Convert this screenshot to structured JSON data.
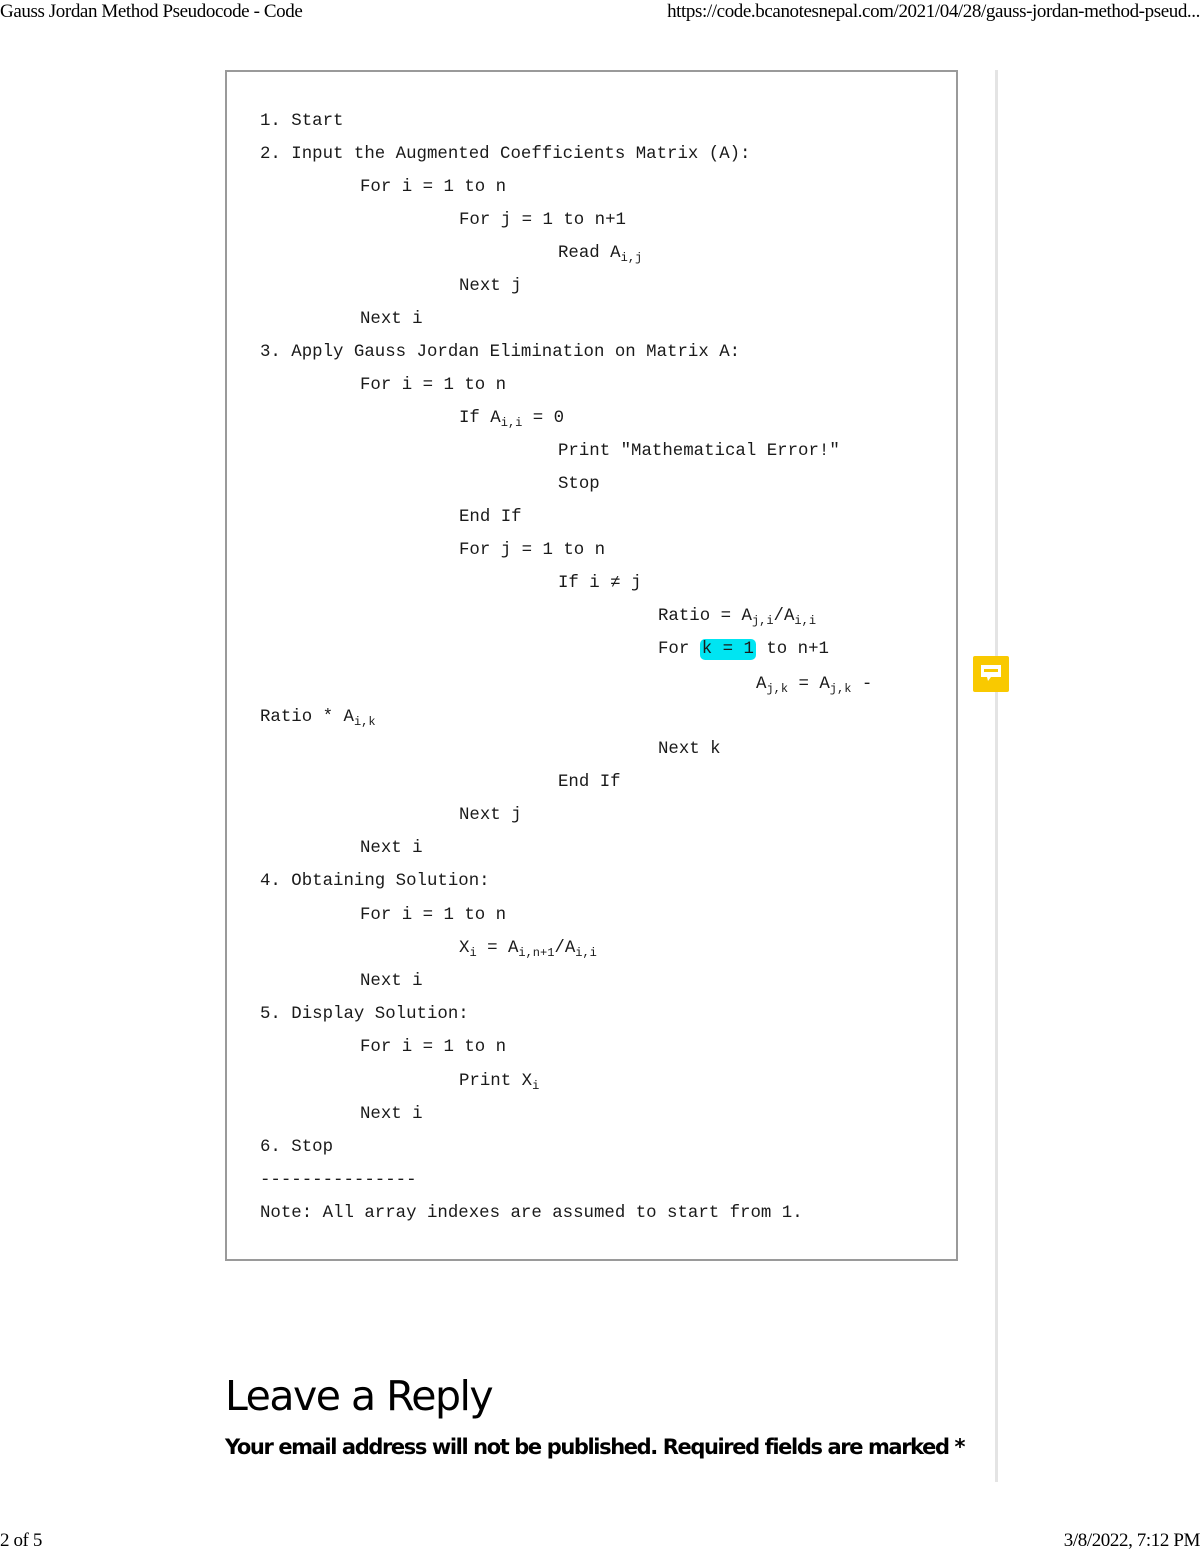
{
  "print_header": {
    "title": "Gauss Jordan Method Pseudocode - Code",
    "url": "https://code.bcanotesnepal.com/2021/04/28/gauss-jordan-method-pseud..."
  },
  "print_footer": {
    "page": "2 of 5",
    "datetime": "3/8/2022, 7:12 PM"
  },
  "code": {
    "lines": [
      {
        "indent": 0,
        "text": "1. Start"
      },
      {
        "indent": 0,
        "text": "2. Input the Augmented Coefficients Matrix (A):"
      },
      {
        "indent": 1,
        "text": "For i = 1 to n"
      },
      {
        "indent": 2,
        "text": "For j = 1 to n+1"
      },
      {
        "indent": 3,
        "pre": "Read A",
        "sub": "i,j"
      },
      {
        "indent": 2,
        "text": "Next j"
      },
      {
        "indent": 1,
        "text": "Next i"
      },
      {
        "indent": 0,
        "text": "3. Apply Gauss Jordan Elimination on Matrix A:"
      },
      {
        "indent": 1,
        "text": "For i = 1 to n"
      },
      {
        "indent": 2,
        "pre": "If A",
        "sub": "i,i",
        "post": " = 0"
      },
      {
        "indent": 3,
        "text": "Print \"Mathematical Error!\""
      },
      {
        "indent": 3,
        "text": "Stop"
      },
      {
        "indent": 2,
        "text": "End If"
      },
      {
        "indent": 2,
        "text": "For j = 1 to n"
      },
      {
        "indent": 3,
        "text": "If i ≠ j"
      },
      {
        "indent": 4,
        "pre": "Ratio = A",
        "sub": "j,i",
        "mid": "/A",
        "sub2": "i,i"
      },
      {
        "indent": 4,
        "pre": "For ",
        "highlight": "k = 1",
        "post": " to n+1"
      },
      {
        "indent": 5,
        "pre": "A",
        "sub": "j,k",
        "mid": " = A",
        "sub2": "j,k",
        "post": " -"
      },
      {
        "indent": 0,
        "pre": "Ratio * A",
        "sub": "i,k"
      },
      {
        "indent": 4,
        "text": "Next k"
      },
      {
        "indent": 3,
        "text": "End If"
      },
      {
        "indent": 2,
        "text": "Next j"
      },
      {
        "indent": 1,
        "text": "Next i"
      },
      {
        "indent": 0,
        "text": "4. Obtaining Solution:"
      },
      {
        "indent": 1,
        "text": "For i = 1 to n"
      },
      {
        "indent": 2,
        "pre": "X",
        "sub": "i",
        "mid": " = A",
        "sub2": "i,n+1",
        "mid2": "/A",
        "sub3": "i,i"
      },
      {
        "indent": 1,
        "text": "Next i"
      },
      {
        "indent": 0,
        "text": "5. Display Solution:"
      },
      {
        "indent": 1,
        "text": "For i = 1 to n"
      },
      {
        "indent": 2,
        "pre": "Print X",
        "sub": "i"
      },
      {
        "indent": 1,
        "text": "Next i"
      },
      {
        "indent": 0,
        "text": "6. Stop"
      },
      {
        "indent": 0,
        "text": "---------------"
      },
      {
        "indent": 0,
        "text": "Note: All array indexes are assumed to start from 1."
      }
    ],
    "highlight_color": "#00e5f2"
  },
  "reply": {
    "title": "Leave a Reply",
    "notice": "Your email address will not be published. Required fields are marked *"
  },
  "comment_badge": {
    "icon": "comment-icon",
    "color": "#f9c900"
  }
}
